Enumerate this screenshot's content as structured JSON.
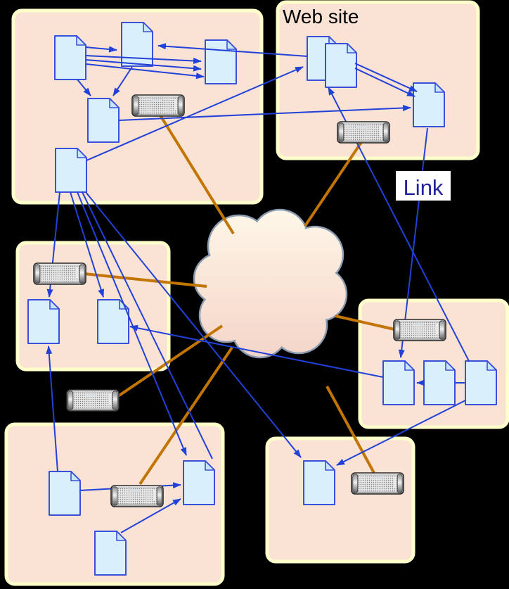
{
  "diagram": {
    "title": "World Wide Web structure diagram",
    "labels": {
      "web_site": "Web site",
      "link": "Link"
    },
    "counts": {
      "site_boxes": 6,
      "documents": 17,
      "servers": 7
    },
    "icons": {
      "document": "document-icon",
      "server": "server-icon",
      "cloud": "internet-cloud-icon",
      "arrow": "link-arrow"
    },
    "colors": {
      "background": "#000000",
      "site_box_fill": "#FAE2D5",
      "site_box_border": "#FFFFCC",
      "document_fill": "#D9EFFC",
      "document_border": "#3A50D8",
      "link_line": "#2141D9",
      "server_connection_line": "#C27500",
      "cloud_fill_top": "#FEF7E9",
      "cloud_fill_bottom": "#F4D5C9",
      "cloud_border": "#8C9CB0",
      "web_site_label_text": "#000000",
      "link_label_text": "#22229A",
      "link_label_background": "#FFFFFF"
    }
  }
}
